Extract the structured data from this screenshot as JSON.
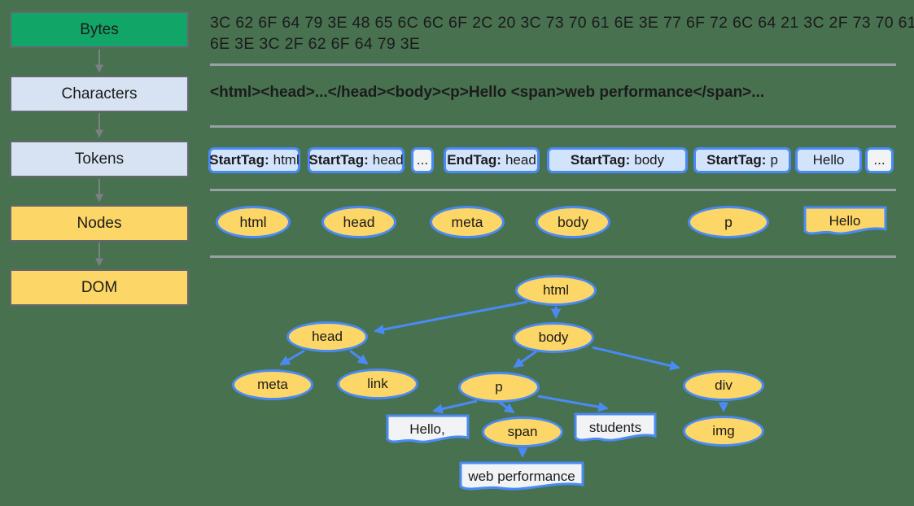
{
  "pipeline": [
    {
      "label": "Bytes"
    },
    {
      "label": "Characters"
    },
    {
      "label": "Tokens"
    },
    {
      "label": "Nodes"
    },
    {
      "label": "DOM"
    }
  ],
  "bytes": {
    "lines": [
      "3C 62 6F 64 79 3E 48 65 6C 6C 6F 2C 20 3C 73 70 61 6E 3E 77 6F 72 6C 64 21 3C 2F 73 70 61",
      "6E 3E 3C 2F 62 6F 64 79 3E"
    ]
  },
  "characters": {
    "text": "<html><head>...</head><body><p>Hello <span>web performance</span>..."
  },
  "tokens": [
    {
      "bold": "StartTag:",
      "text": "html"
    },
    {
      "bold": "StartTag:",
      "text": "head"
    },
    {
      "bold": "",
      "text": "..."
    },
    {
      "bold": "EndTag:",
      "text": "head"
    },
    {
      "bold": "StartTag:",
      "text": "body"
    },
    {
      "bold": "StartTag:",
      "text": "p"
    },
    {
      "bold": "",
      "text": "Hello"
    },
    {
      "bold": "",
      "text": "..."
    }
  ],
  "nodes_row": [
    {
      "label": "html"
    },
    {
      "label": "head"
    },
    {
      "label": "meta"
    },
    {
      "label": "body"
    },
    {
      "label": "p"
    },
    {
      "label": "Hello"
    }
  ],
  "dom_tree": {
    "elements": [
      {
        "label": "html"
      },
      {
        "label": "head"
      },
      {
        "label": "body"
      },
      {
        "label": "meta"
      },
      {
        "label": "link"
      },
      {
        "label": "p"
      },
      {
        "label": "div"
      },
      {
        "label": "span"
      },
      {
        "label": "img"
      }
    ],
    "text_nodes": [
      {
        "label": "Hello,"
      },
      {
        "label": "students"
      },
      {
        "label": "web performance"
      }
    ]
  },
  "colors": {
    "background": "#487150",
    "bytes_box": "#11A567",
    "light_blue_box": "#D7E3F2",
    "token_fill": "#D2E3FC",
    "node_yellow": "#FCD666",
    "shape_stroke_blue": "#4a8af4",
    "divider_gray": "#9AA0A6"
  }
}
